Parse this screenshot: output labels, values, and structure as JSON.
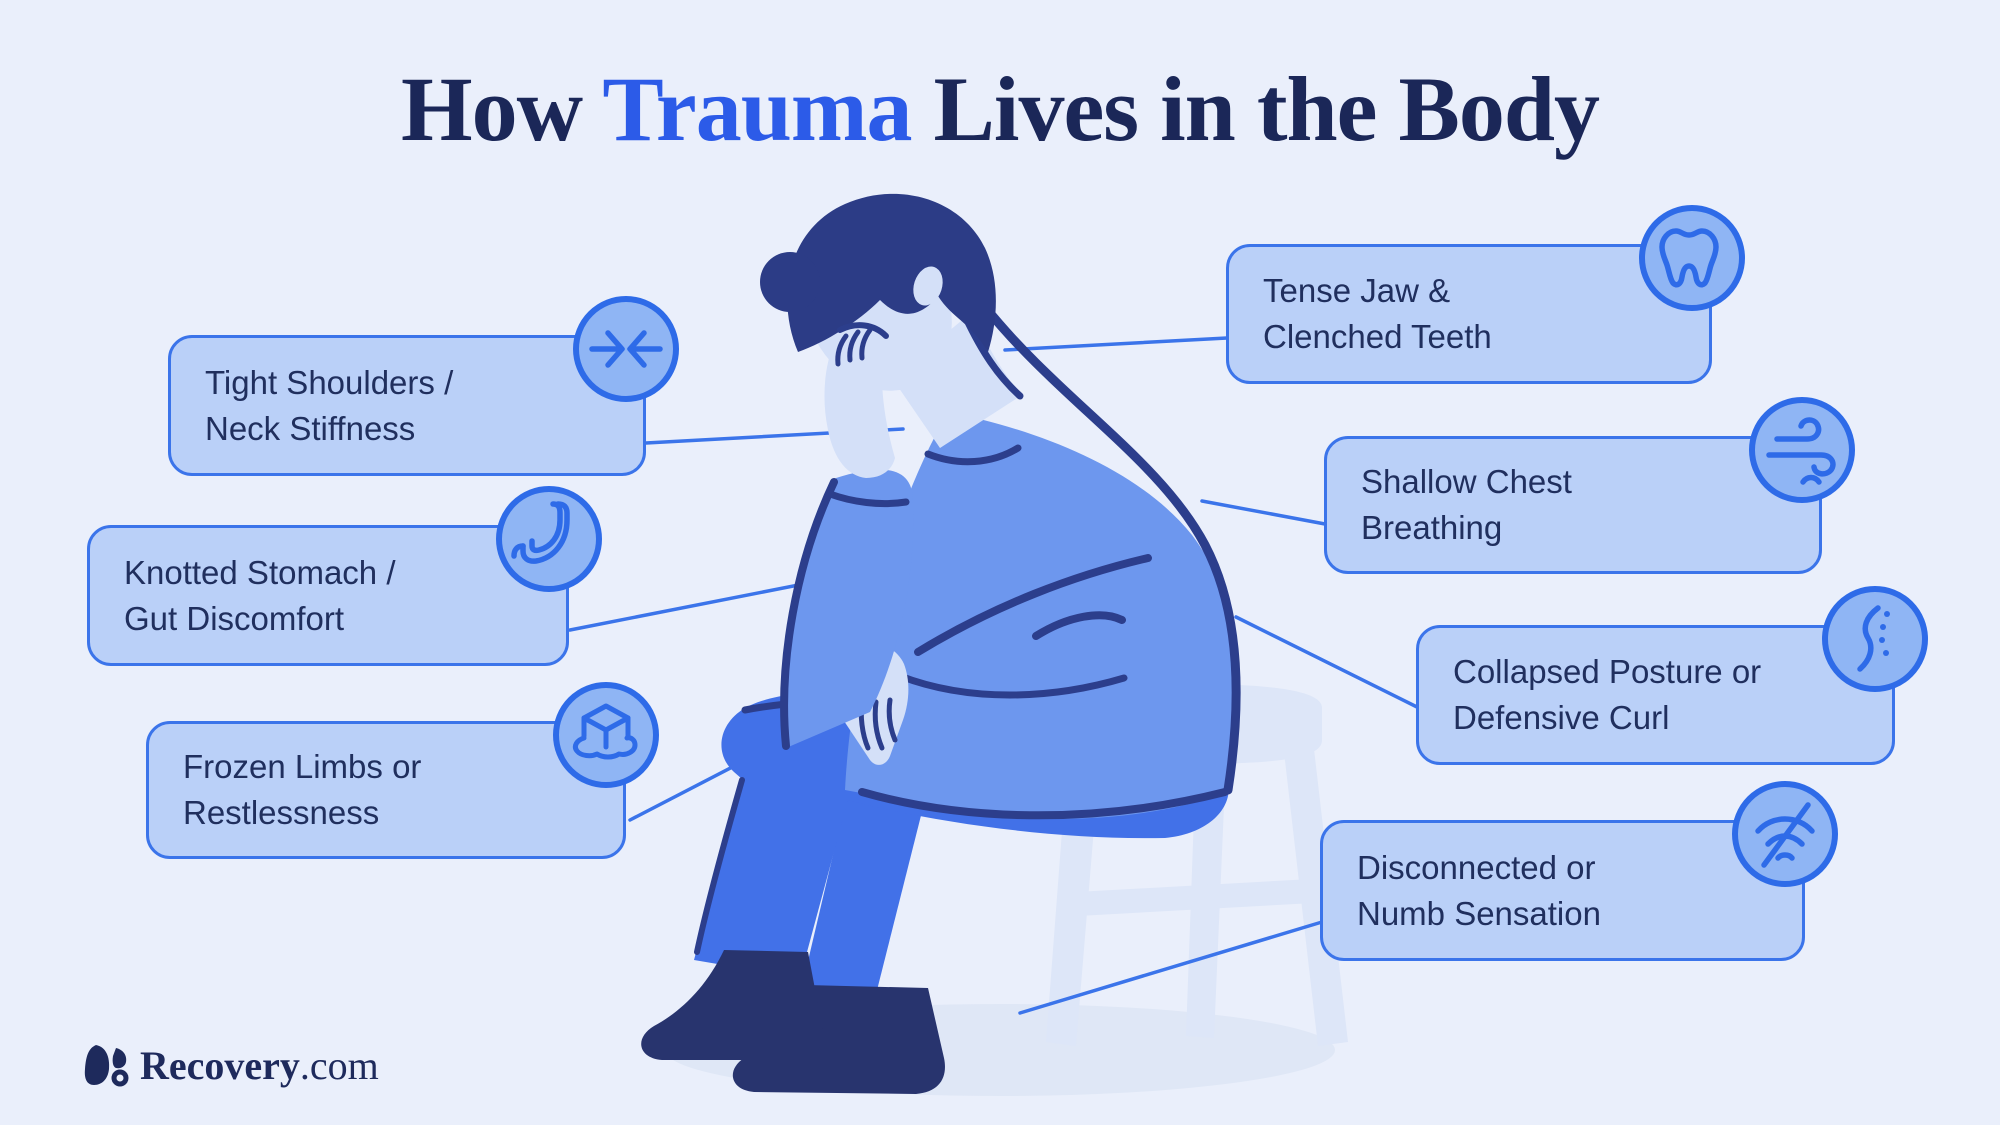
{
  "title": {
    "prefix": "How ",
    "highlight": "Trauma",
    "suffix": " Lives in the Body"
  },
  "callouts": [
    {
      "id": "tight-shoulders",
      "line1": "Tight Shoulders /",
      "line2": "Neck Stiffness",
      "icon": "compress-icon"
    },
    {
      "id": "knotted-stomach",
      "line1": "Knotted Stomach /",
      "line2": "Gut Discomfort",
      "icon": "stomach-icon"
    },
    {
      "id": "frozen-limbs",
      "line1": "Frozen Limbs or",
      "line2": "Restlessness",
      "icon": "melting-ice-cube-icon"
    },
    {
      "id": "tense-jaw",
      "line1": "Tense Jaw &",
      "line2": "Clenched Teeth",
      "icon": "tooth-icon"
    },
    {
      "id": "shallow-chest",
      "line1": "Shallow Chest",
      "line2": "Breathing",
      "icon": "wind-icon"
    },
    {
      "id": "collapsed-posture",
      "line1": "Collapsed Posture or",
      "line2": "Defensive Curl",
      "icon": "spine-icon"
    },
    {
      "id": "disconnected-numb",
      "line1": "Disconnected or",
      "line2": "Numb Sensation",
      "icon": "numb-signal-off-icon"
    }
  ],
  "logo": {
    "brand": "Recovery",
    "domain": ".com"
  },
  "illustration": {
    "description": "Person sitting hunched forward on a stool, head resting in hand"
  },
  "colors": {
    "background": "#EAEFFB",
    "title_navy": "#1B2758",
    "title_blue": "#2C5BE8",
    "box_fill": "#BAD0F8",
    "box_border": "#3B74EA",
    "icon_circle_fill": "#8FB5F4",
    "icon_stroke": "#2E6BE8",
    "connector": "#3B74EA",
    "text_navy": "#202F5E",
    "sweater": "#6D97EE",
    "pants": "#4271E8",
    "skin": "#D4E0F8",
    "hair_outline": "#2C3C86",
    "shoes": "#28346E",
    "stool": "#DDE6F8",
    "shadow": "#DFE7F6"
  }
}
